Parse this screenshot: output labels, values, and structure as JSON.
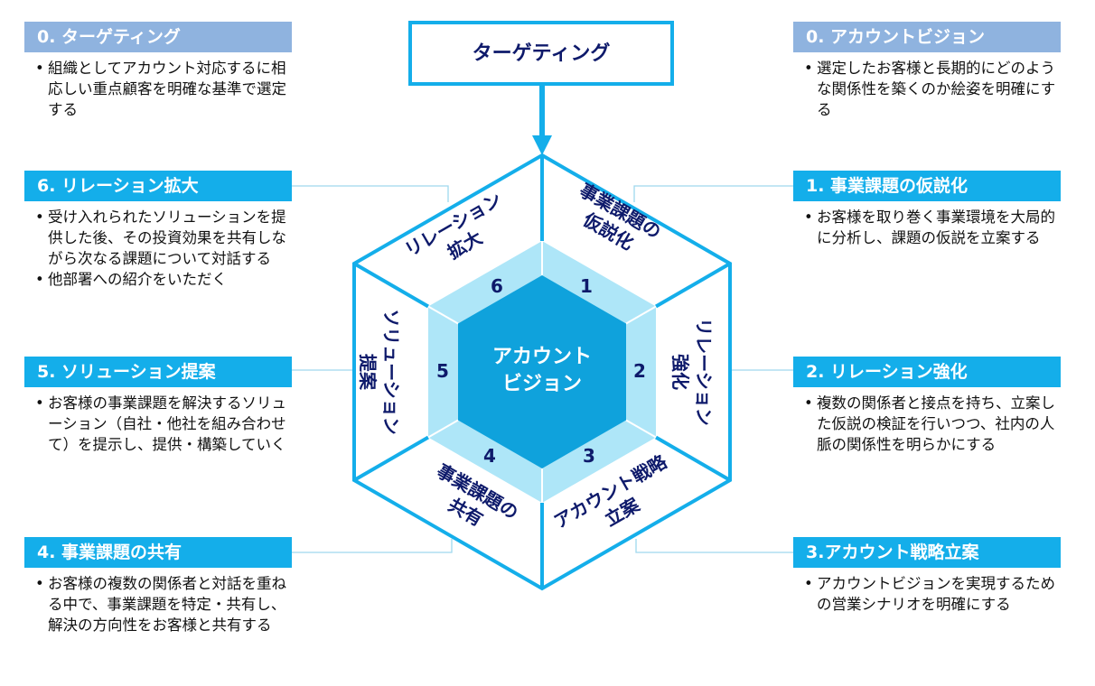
{
  "top_box": {
    "label": "ターゲティング"
  },
  "center": {
    "line1": "アカウント",
    "line2": "ビジョン"
  },
  "segments": {
    "s1": {
      "num": "1",
      "line1": "事業課題の",
      "line2": "仮説化"
    },
    "s2": {
      "num": "2",
      "line1": "リレーション",
      "line2": "強化"
    },
    "s3": {
      "num": "3",
      "line1": "アカウント戦略",
      "line2": "立案"
    },
    "s4": {
      "num": "4",
      "line1": "事業課題の",
      "line2": "共有"
    },
    "s5": {
      "num": "5",
      "line1": "ソリューション",
      "line2": "提案"
    },
    "s6": {
      "num": "6",
      "line1": "リレーション",
      "line2": "拡大"
    }
  },
  "cards": {
    "targeting": {
      "title": "0. ターゲティング",
      "bullets": [
        "組織としてアカウント対応するに相応しい重点顧客を明確な基準で選定する"
      ]
    },
    "expand": {
      "title": "6. リレーション拡大",
      "bullets": [
        "受け入れられたソリューションを提供した後、その投資効果を共有しながら次なる課題について対話する",
        "他部署への紹介をいただく"
      ]
    },
    "solution": {
      "title": "5. ソリューション提案",
      "bullets": [
        "お客様の事業課題を解決するソリューション（自社・他社を組み合わせて）を提示し、提供・構築していく"
      ]
    },
    "share": {
      "title": "4. 事業課題の共有",
      "bullets": [
        "お客様の複数の関係者と対話を重ねる中で、事業課題を特定・共有し、解決の方向性をお客様と共有する"
      ]
    },
    "vision": {
      "title": "0. アカウントビジョン",
      "bullets": [
        "選定したお客様と長期的にどのような関係性を築くのか絵姿を明確にする"
      ]
    },
    "hypothesis": {
      "title": "1. 事業課題の仮説化",
      "bullets": [
        "お客様を取り巻く事業環境を大局的に分析し、課題の仮説を立案する"
      ]
    },
    "relation": {
      "title": "2. リレーション強化",
      "bullets": [
        "複数の関係者と接点を持ち、立案した仮説の検証を行いつつ、社内の人脈の関係性を明らかにする"
      ]
    },
    "strategy": {
      "title": "3.アカウント戦略立案",
      "bullets": [
        "アカウントビジョンを実現するための営業シナリオを明確にする"
      ]
    }
  },
  "colors": {
    "navy": "#0e1a6b",
    "accent": "#14aeea",
    "light_header": "#8fb3df",
    "inner_ring": "#aee6f8",
    "core": "#0fa2dc"
  }
}
